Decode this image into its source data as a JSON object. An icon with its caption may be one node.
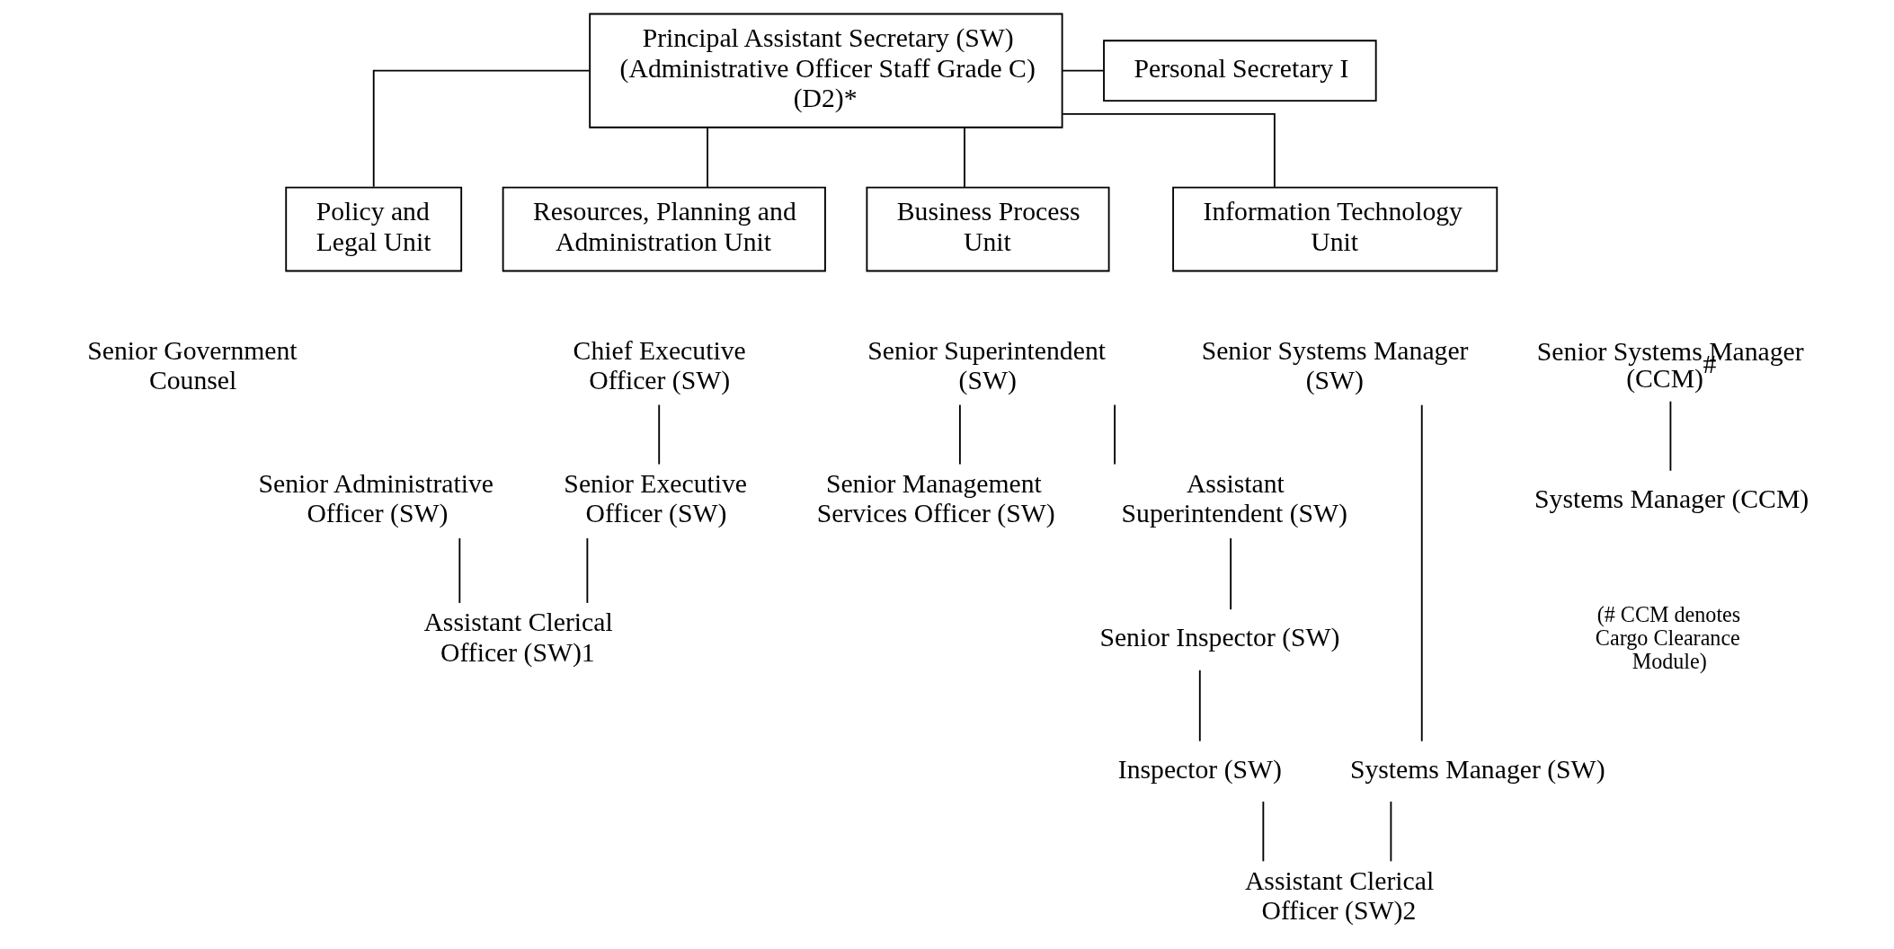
{
  "diagram": {
    "nodes": [
      {
        "text": [
          "Principal Assistant Secretary (SW) (Administrative Officer Staff Grade C) (D2)*"
        ]
      },
      {
        "text": [
          "Personal Secretary I"
        ]
      },
      {
        "text": [
          "Policy and Legal Unit"
        ]
      },
      {
        "text": [
          "Resources, Planning and Administration Unit"
        ]
      },
      {
        "text": [
          "Business Process Unit"
        ]
      },
      {
        "text": [
          "Information Technology Unit"
        ]
      },
      {
        "text": [
          "Senior Government Counsel"
        ]
      },
      {
        "text": [
          "Senior Administrative Officer (SW)"
        ]
      },
      {
        "text": [
          "Chief Executive Officer (SW)"
        ]
      },
      {
        "text": [
          "Senior Executive Officer (SW)"
        ]
      },
      {
        "text": [
          "Senior Superintendent (SW)"
        ]
      },
      {
        "text": [
          "Senior Management Services Officer (SW)"
        ]
      },
      {
        "text": [
          "Assistant Superintendent (SW)"
        ]
      },
      {
        "text": [
          "Senior Inspector (SW)"
        ]
      },
      {
        "text": [
          "Inspector (SW)"
        ]
      },
      {
        "text": [
          "Senior Systems Manager (SW)"
        ]
      },
      {
        "text": [
          "Senior Systems Manager (CCM)$^{#}$"
        ]
      },
      {
        "text": [
          "Systems Manager (SW)"
        ]
      },
      {
        "text": [
          "Systems Manager (CCM)"
        ]
      },
      {
        "text": [
          "Assistant Clerical Officer (SW)1"
        ]
      },
      {
        "text": [
          "Assistant Clerical Officer (SW)2"
        ]
      }
    ],
    "edges": [
      {
        "from": 0,
        "to": 1,
        "arrow": "none"
      },
      {
        "from": 0,
        "to": 2,
        "arrow": "none"
      },
      {
        "from": 0,
        "to": 3,
        "arrow": "none"
      },
      {
        "from": 0,
        "to": 4,
        "arrow": "none"
      },
      {
        "from": 0,
        "to": 5,
        "arrow": "none"
      },
      {
        "from": 8,
        "to": 9,
        "arrow": "none"
      },
      {
        "from": 10,
        "to": 11,
        "arrow": "none"
      },
      {
        "from": 10,
        "to": 12,
        "arrow": "none"
      },
      {
        "from": 12,
        "to": 13,
        "arrow": "none"
      },
      {
        "from": 13,
        "to": 14,
        "arrow": "none"
      },
      {
        "from": 15,
        "to": 17,
        "arrow": "none"
      },
      {
        "from": 16,
        "to": 18,
        "arrow": "none"
      },
      {
        "from": 7,
        "to": 19,
        "arrow": "none"
      },
      {
        "from": 9,
        "to": 19,
        "arrow": "none"
      },
      {
        "from": 14,
        "to": 20,
        "arrow": "none"
      },
      {
        "from": 17,
        "to": 20,
        "arrow": "none"
      }
    ],
    "labels": [
      "(# CCM denotes Cargo Clearance Module)"
    ]
  }
}
